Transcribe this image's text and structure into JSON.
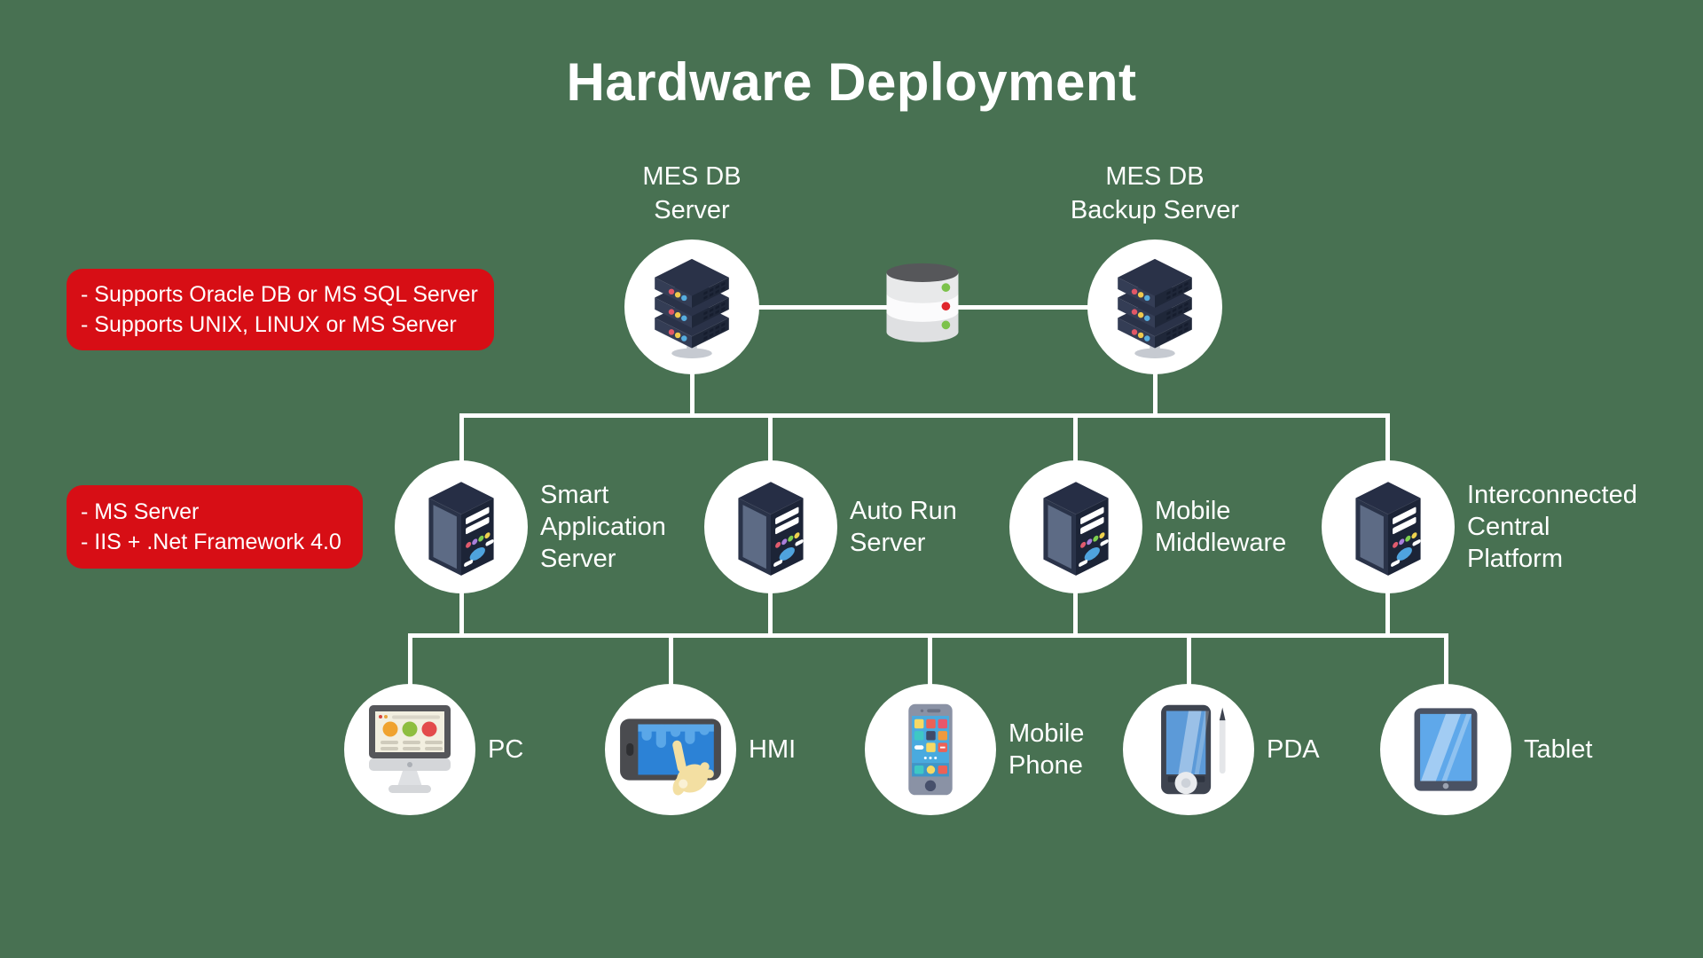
{
  "title": "Hardware Deployment",
  "colors": {
    "background": "#487152",
    "callout_red": "#D70E15",
    "text": "#FFFFFF",
    "connector": "#FFFFFF",
    "node_circle": "#FFFFFF"
  },
  "top_nodes": [
    {
      "name": "mes-db-server",
      "icon": "rack-server-icon",
      "label_lines": [
        "MES DB",
        "Server"
      ]
    },
    {
      "name": "mes-db-backup-server",
      "icon": "rack-server-icon",
      "label_lines": [
        "MES DB",
        "Backup Server"
      ]
    }
  ],
  "database_link": {
    "icon": "database-cylinder-icon"
  },
  "callouts": [
    {
      "name": "db-support-callout",
      "lines": [
        "- Supports Oracle DB or MS SQL Server",
        "- Supports UNIX, LINUX or MS Server"
      ]
    },
    {
      "name": "ms-server-callout",
      "lines": [
        "- MS Server",
        "- IIS + .Net Framework 4.0"
      ]
    }
  ],
  "middle_nodes": [
    {
      "name": "smart-application-server",
      "icon": "tower-server-icon",
      "label_lines": [
        "Smart",
        "Application",
        "Server"
      ]
    },
    {
      "name": "auto-run-server",
      "icon": "tower-server-icon",
      "label_lines": [
        "Auto Run",
        "Server"
      ]
    },
    {
      "name": "mobile-middleware",
      "icon": "tower-server-icon",
      "label_lines": [
        "Mobile",
        "Middleware"
      ]
    },
    {
      "name": "interconnected-central-platform",
      "icon": "tower-server-icon",
      "label_lines": [
        "Interconnected",
        "Central",
        "Platform"
      ]
    }
  ],
  "bottom_nodes": [
    {
      "name": "pc",
      "icon": "desktop-pc-icon",
      "label_lines": [
        "PC"
      ]
    },
    {
      "name": "hmi",
      "icon": "hmi-touch-panel-icon",
      "label_lines": [
        "HMI"
      ]
    },
    {
      "name": "mobile-phone",
      "icon": "smartphone-icon",
      "label_lines": [
        "Mobile",
        "Phone"
      ]
    },
    {
      "name": "pda",
      "icon": "pda-stylus-icon",
      "label_lines": [
        "PDA"
      ]
    },
    {
      "name": "tablet",
      "icon": "tablet-icon",
      "label_lines": [
        "Tablet"
      ]
    }
  ]
}
